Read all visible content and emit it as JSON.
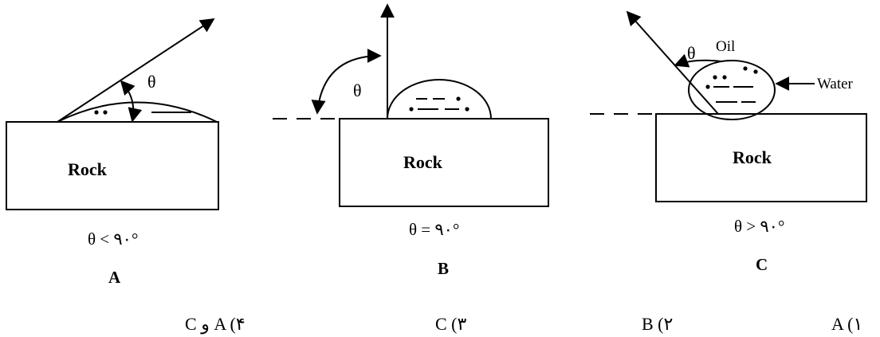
{
  "panels": [
    {
      "id": "A",
      "rock": "Rock",
      "theta": "θ",
      "condition": "θ < ۹۰°",
      "letter": "A"
    },
    {
      "id": "B",
      "rock": "Rock",
      "theta": "θ",
      "condition": "θ = ۹۰°",
      "letter": "B"
    },
    {
      "id": "C",
      "rock": "Rock",
      "theta": "θ",
      "condition": "θ > ۹۰°",
      "letter": "C",
      "oil_label": "Oil",
      "water_label": "Water"
    }
  ],
  "options": [
    {
      "text": "C و A (۴"
    },
    {
      "text": "C (۳"
    },
    {
      "text": "B (۲"
    },
    {
      "text": "A (۱"
    }
  ]
}
